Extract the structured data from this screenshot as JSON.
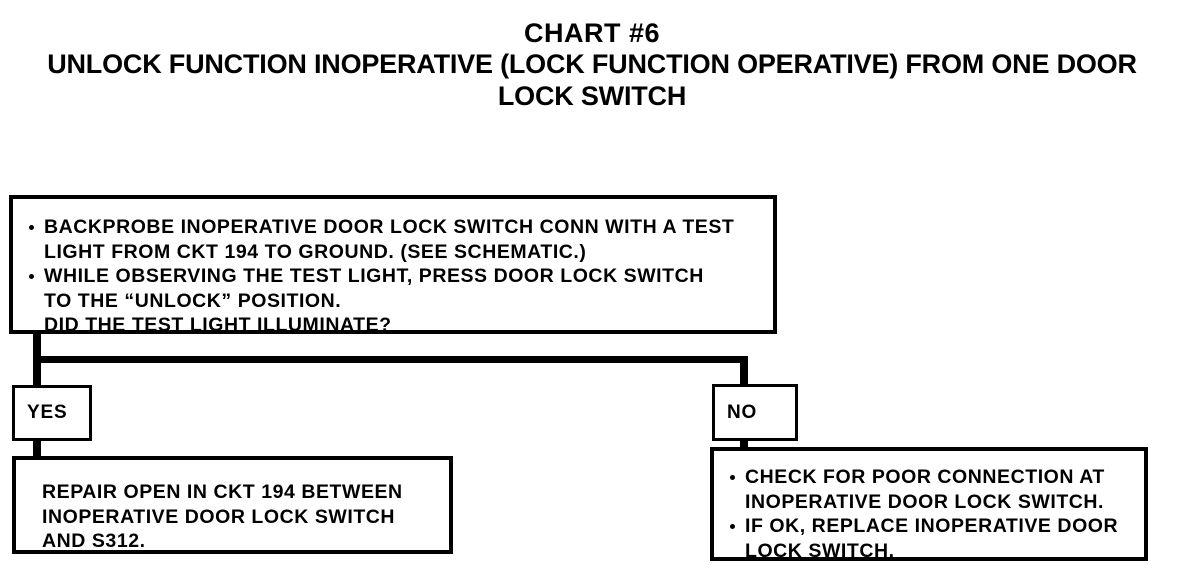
{
  "chart": {
    "title_line1": "CHART #6",
    "title_line2": "UNLOCK FUNCTION INOPERATIVE (LOCK FUNCTION OPERATIVE) FROM ONE DOOR LOCK SWITCH"
  },
  "decision": {
    "bullet1_line1": "BACKPROBE INOPERATIVE DOOR LOCK SWITCH CONN WITH A TEST",
    "bullet1_line2": "LIGHT FROM CKT 194 TO GROUND. (SEE SCHEMATIC.)",
    "bullet2_line1": "WHILE OBSERVING THE TEST LIGHT, PRESS DOOR LOCK SWITCH",
    "bullet2_line2": "TO THE “UNLOCK” POSITION.",
    "bullet2_line3": "DID THE TEST LIGHT ILLUMINATE?"
  },
  "branches": {
    "yes_label": "YES",
    "no_label": "NO"
  },
  "yes_result": {
    "line1": "REPAIR OPEN IN CKT 194 BETWEEN",
    "line2": "INOPERATIVE DOOR LOCK SWITCH",
    "line3": "AND S312."
  },
  "no_result": {
    "bullet1_line1": "CHECK FOR POOR CONNECTION AT",
    "bullet1_line2": "INOPERATIVE DOOR LOCK SWITCH.",
    "bullet2_line1": "IF OK, REPLACE INOPERATIVE DOOR",
    "bullet2_line2": "LOCK SWITCH."
  },
  "colors": {
    "ink": "#000000",
    "paper": "#ffffff"
  }
}
